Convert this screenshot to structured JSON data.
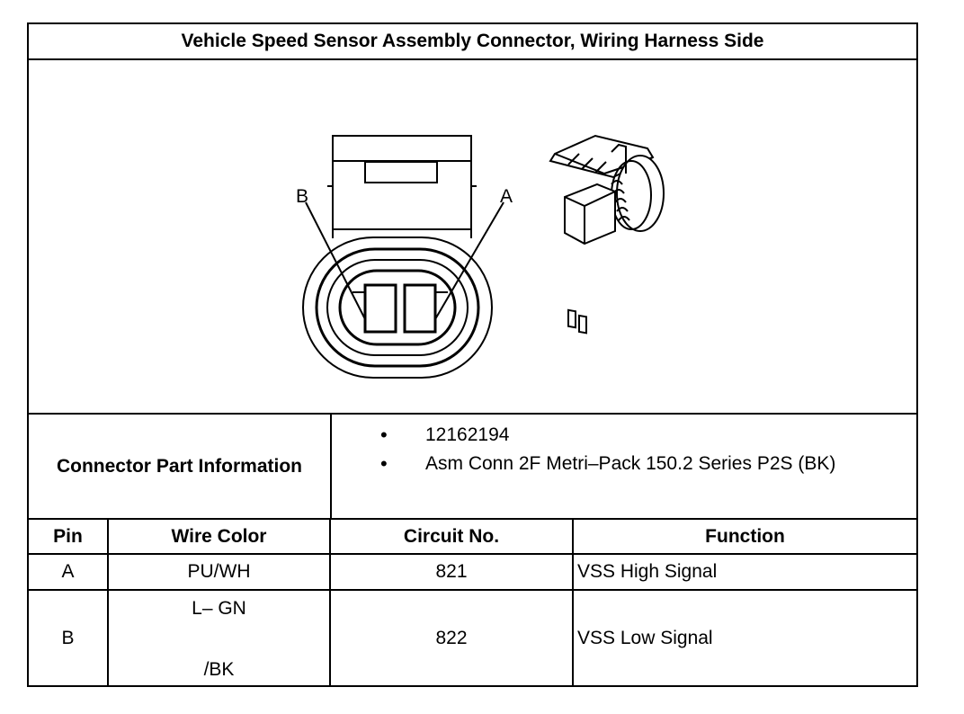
{
  "title": "Vehicle Speed Sensor Assembly Connector, Wiring Harness Side",
  "drawing": {
    "pin_label_b": "B",
    "pin_label_a": "A"
  },
  "connector_part_info": {
    "label": "Connector Part Information",
    "bullet": "•",
    "items": [
      "12162194",
      "Asm Conn 2F Metri–Pack 150.2 Series P2S (BK)"
    ]
  },
  "pin_table": {
    "headers": [
      "Pin",
      "Wire Color",
      "Circuit No.",
      "Function"
    ],
    "rows": [
      {
        "pin": "A",
        "wire_color": "PU/WH",
        "circuit": "821",
        "function": "VSS High Signal"
      },
      {
        "pin": "B",
        "wire_color_line1": "L– GN",
        "wire_color_line2": "/BK",
        "circuit": "822",
        "function": "VSS Low Signal"
      }
    ]
  }
}
